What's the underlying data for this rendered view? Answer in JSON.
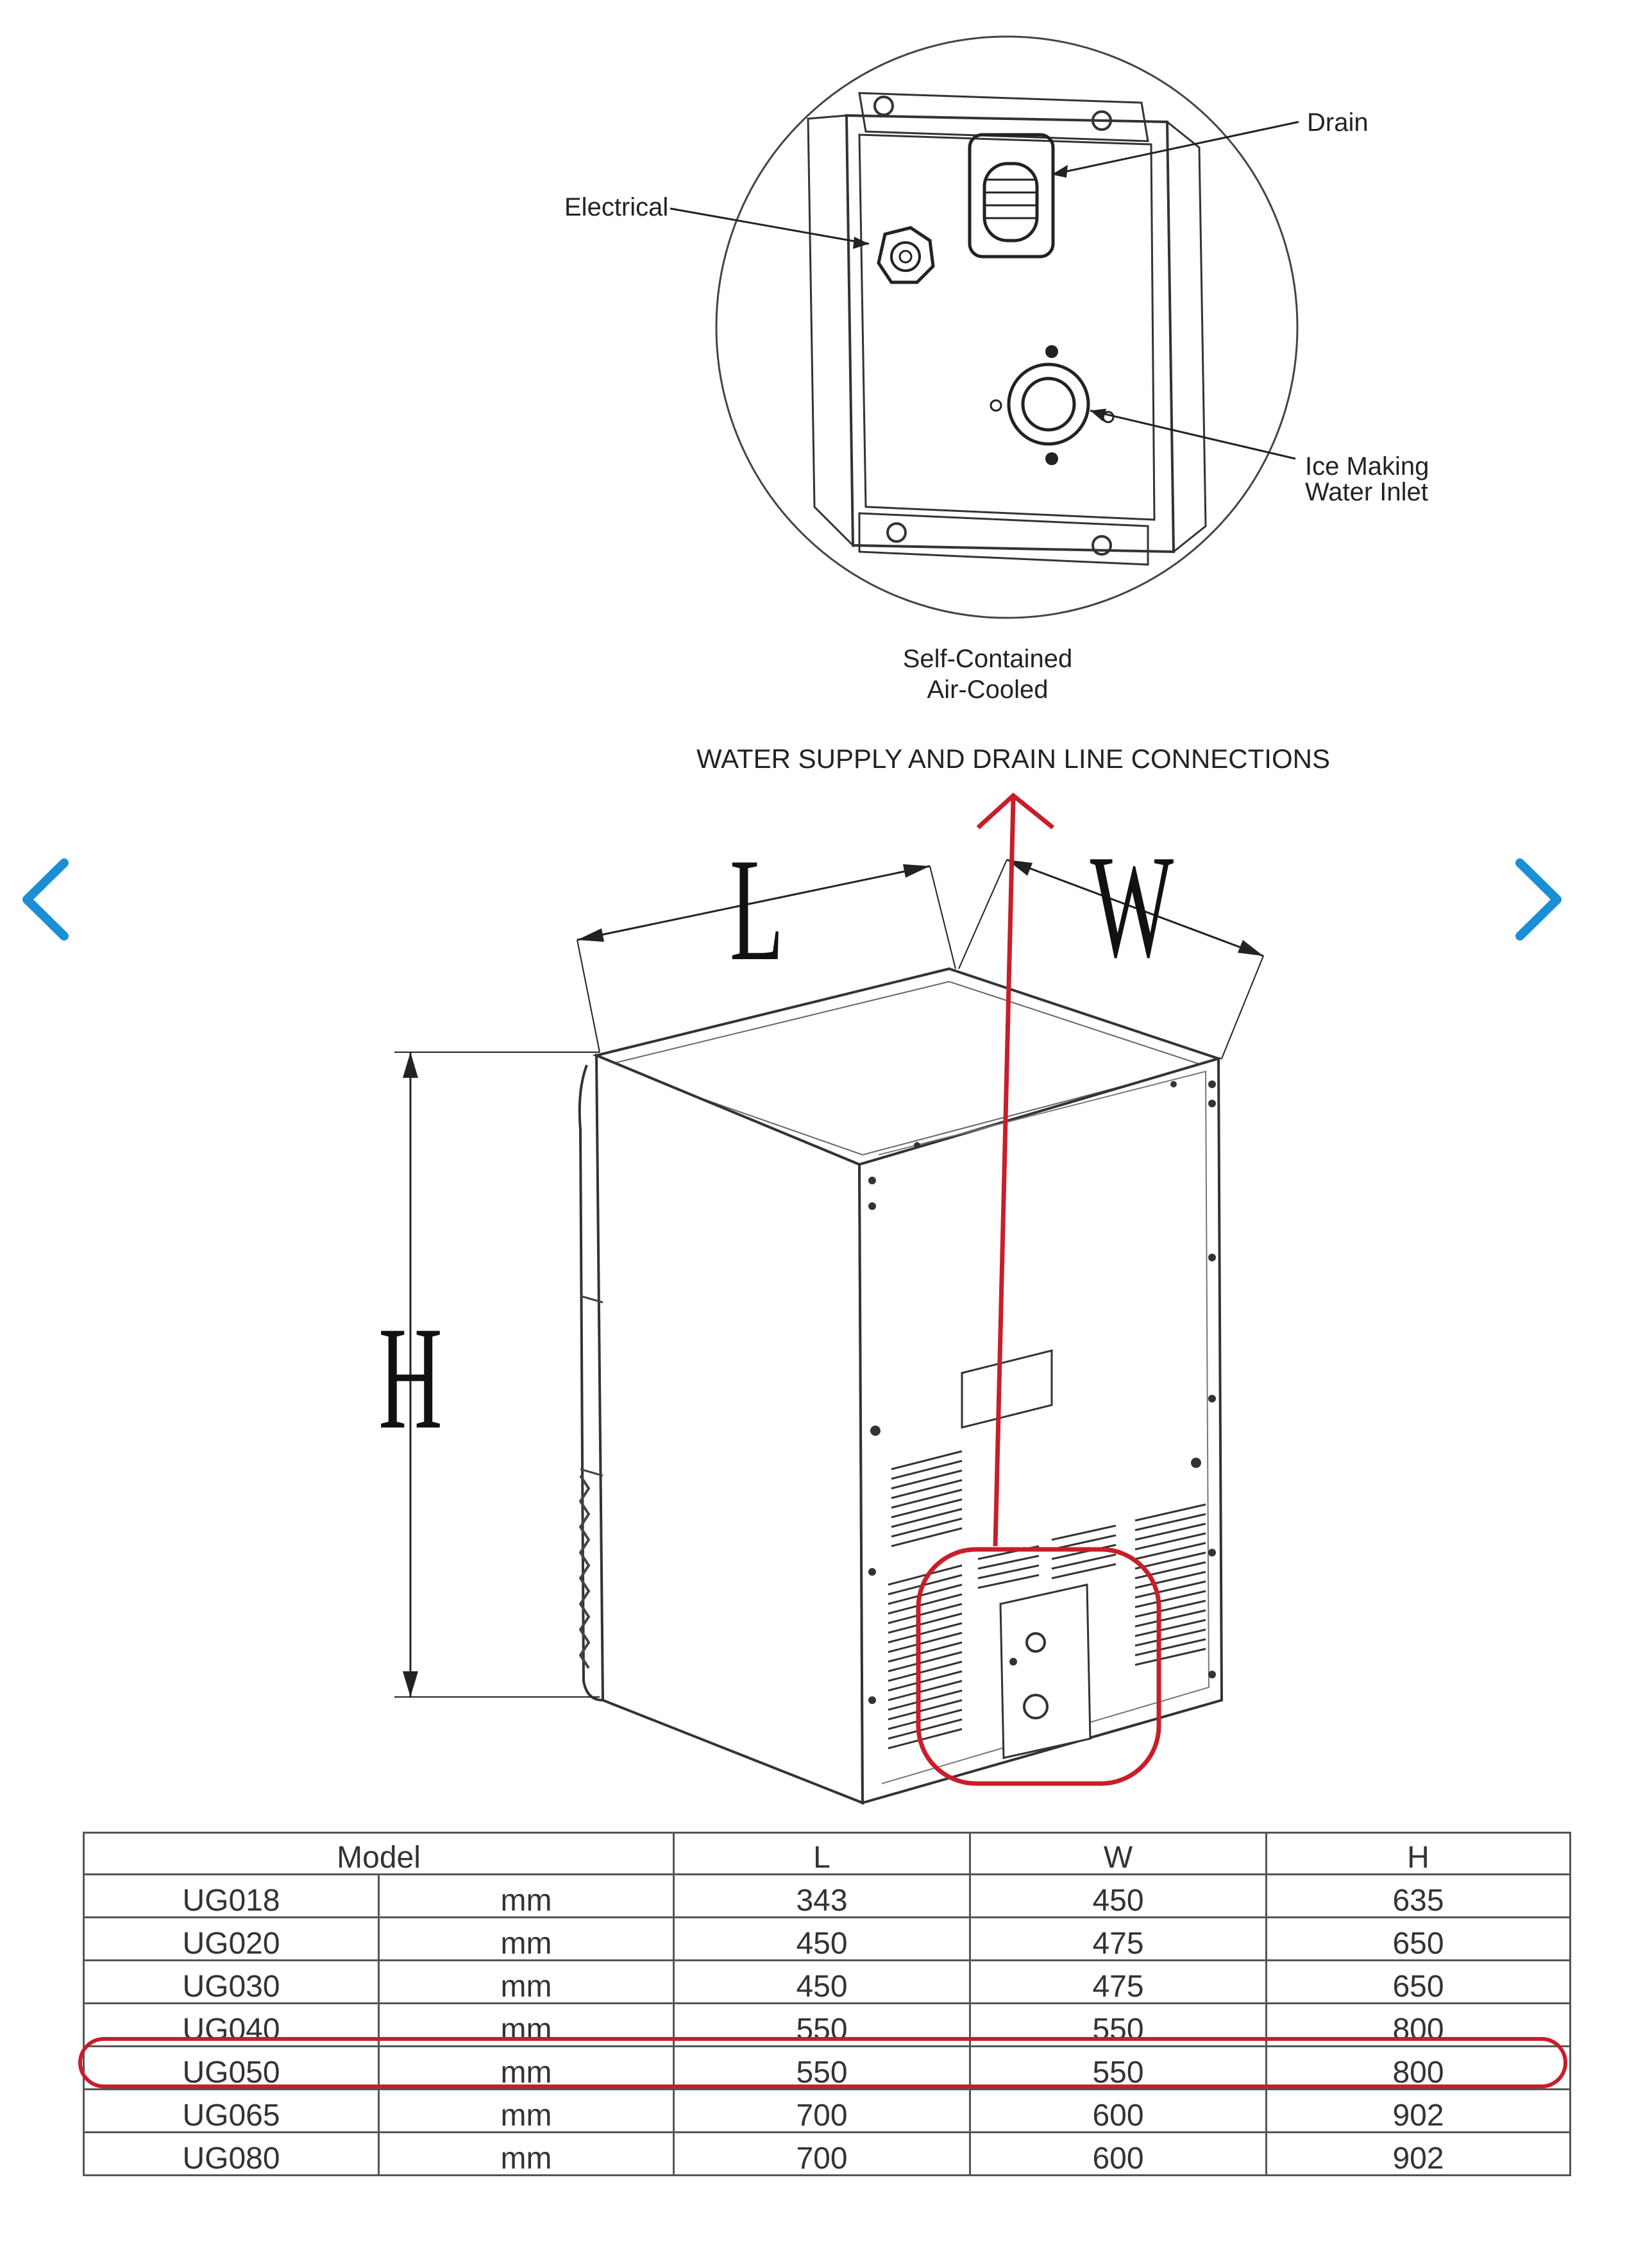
{
  "detail": {
    "labels": {
      "drain": "Drain",
      "electrical": "Electrical",
      "ice_inlet_line1": "Ice Making",
      "ice_inlet_line2": "Water Inlet"
    },
    "caption_line1": "Self-Contained",
    "caption_line2": "Air-Cooled"
  },
  "heading": "WATER SUPPLY AND DRAIN LINE CONNECTIONS",
  "dimension_letters": {
    "length": "L",
    "width": "W",
    "height": "H"
  },
  "nav": {
    "prev_icon": "chevron-left-icon",
    "next_icon": "chevron-right-icon",
    "color": "#1a8fd6"
  },
  "highlight_color": "#c81e2a",
  "table": {
    "headers": {
      "model": "Model",
      "l": "L",
      "w": "W",
      "h": "H"
    },
    "rows": [
      {
        "model": "UG018",
        "unit": "mm",
        "l": "343",
        "w": "450",
        "h": "635"
      },
      {
        "model": "UG020",
        "unit": "mm",
        "l": "450",
        "w": "475",
        "h": "650"
      },
      {
        "model": "UG030",
        "unit": "mm",
        "l": "450",
        "w": "475",
        "h": "650"
      },
      {
        "model": "UG040",
        "unit": "mm",
        "l": "550",
        "w": "550",
        "h": "800"
      },
      {
        "model": "UG050",
        "unit": "mm",
        "l": "550",
        "w": "550",
        "h": "800"
      },
      {
        "model": "UG065",
        "unit": "mm",
        "l": "700",
        "w": "600",
        "h": "902"
      },
      {
        "model": "UG080",
        "unit": "mm",
        "l": "700",
        "w": "600",
        "h": "902"
      }
    ],
    "highlighted_model": "UG050"
  }
}
